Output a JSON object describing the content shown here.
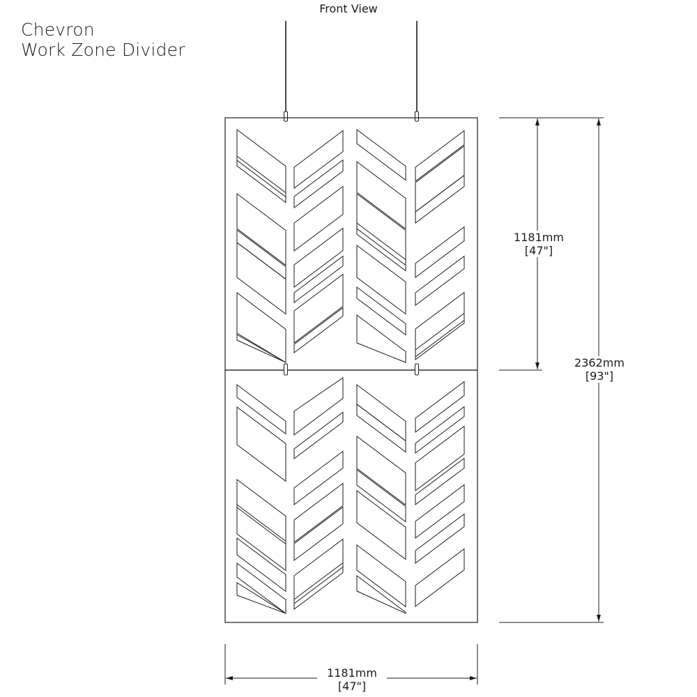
{
  "title": {
    "line1": "Chevron",
    "line2": "Work Zone Divider"
  },
  "view_label": "Front View",
  "dimensions": {
    "panel_height": {
      "metric": "1181mm",
      "imperial": "[47\"]"
    },
    "total_height": {
      "metric": "2362mm",
      "imperial": "[93\"]"
    },
    "panel_width": {
      "metric": "1181mm",
      "imperial": "[47\"]"
    }
  },
  "colors": {
    "line": "#1a1a1a",
    "background": "#ffffff"
  }
}
